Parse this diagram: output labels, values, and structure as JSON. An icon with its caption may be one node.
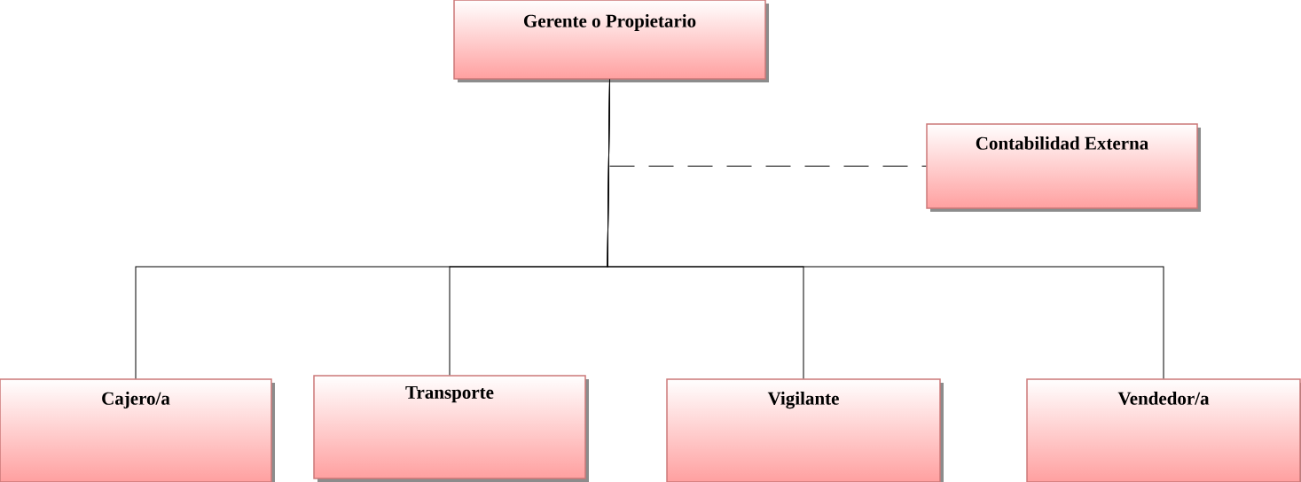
{
  "diagram": {
    "nodes": [
      {
        "text": [
          "Gerente o Propietario"
        ]
      },
      {
        "text": [
          "Contabilidad Externa"
        ]
      },
      {
        "text": [
          "Cajero/a"
        ]
      },
      {
        "text": [
          "Transporte"
        ]
      },
      {
        "text": [
          "Vigilante"
        ]
      },
      {
        "text": [
          "Vendedor/a"
        ]
      }
    ],
    "edges": [
      {
        "from": 0,
        "to": 1,
        "arrow": "none",
        "style": "dashed"
      },
      {
        "from": 0,
        "to": 2,
        "arrow": "none"
      },
      {
        "from": 0,
        "to": 3,
        "arrow": "none"
      },
      {
        "from": 0,
        "to": 4,
        "arrow": "none"
      },
      {
        "from": 0,
        "to": 5,
        "arrow": "none"
      }
    ]
  }
}
